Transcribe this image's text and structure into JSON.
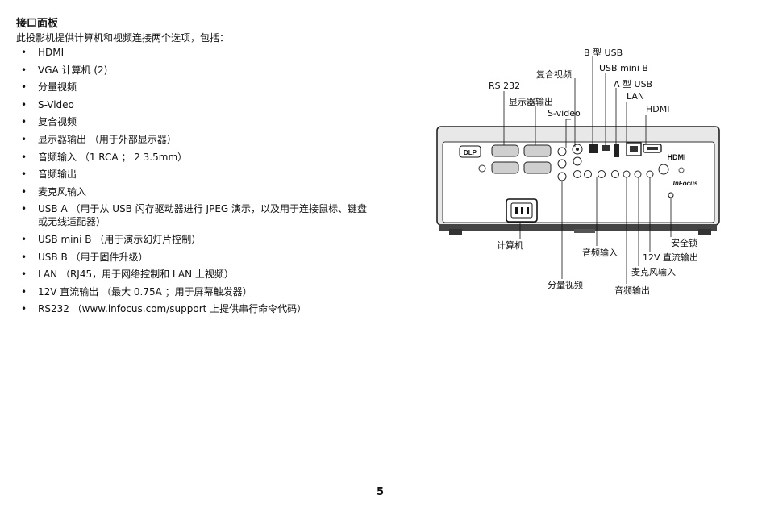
{
  "heading": "接口面板",
  "intro": "此投影机提供计算机和视频连接两个选项，包括：",
  "ports": [
    "HDMI",
    "VGA 计算机 (2)",
    "分量视频",
    "S-Video",
    "复合视频",
    "显示器输出 （用于外部显示器）",
    "音频输入 （1 RCA ；  2 3.5mm）",
    "音频输出",
    "麦克风输入",
    "USB A （用于从 USB 闪存驱动器进行 JPEG 演示，以及用于连接鼠标、键盘或无线适配器）",
    "USB mini B （用于演示幻灯片控制）",
    "USB B （用于固件升级）",
    "LAN （RJ45，用于网络控制和 LAN 上视频）",
    "12V 直流输出 （最大 0.75A ；用于屏幕触发器）",
    "RS232 （www.infocus.com/support 上提供串行命令代码）"
  ],
  "diagram": {
    "labels": {
      "usb_b": "B 型 USB",
      "usb_mini_b": "USB mini B",
      "composite": "复合视频",
      "usb_a": "A 型 USB",
      "rs232": "RS 232",
      "lan": "LAN",
      "monitor_out": "显示器输出",
      "hdmi": "HDMI",
      "svideo": "S-video",
      "computer": "计算机",
      "security_lock": "安全锁",
      "audio_in": "音频输入",
      "dc_out": "12V 直流输出",
      "mic_in": "麦克风输入",
      "component": "分量视频",
      "audio_out": "音频输出"
    },
    "panel_text": {
      "dlp_logo": "DLP",
      "hdmi_logo": "HDMI",
      "brand_logo": "InFocus"
    }
  },
  "page_number": "5"
}
